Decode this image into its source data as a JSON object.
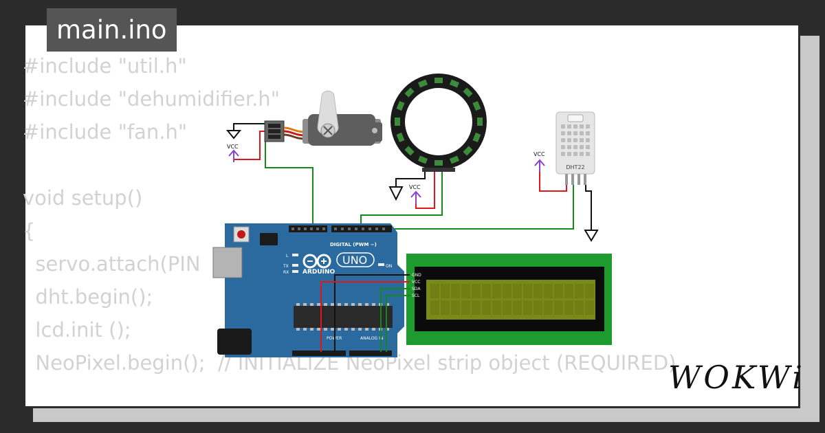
{
  "file_tab": {
    "label": "main.ino"
  },
  "code_lines": [
    "#include \"util.h\"",
    "#include \"dehumidifier.h\"",
    "#include \"fan.h\"",
    "",
    "void setup()",
    "{",
    "  servo.attach(PIN",
    "  dht.begin();",
    "  lcd.init ();",
    "  NeoPixel.begin();  // INITIALIZE NeoPixel strip object (REQUIRED)"
  ],
  "labels": {
    "vcc": "VCC",
    "dht": "DHT22",
    "uno": "UNO",
    "arduino": "ARDUINO",
    "digital": "DIGITAL (PWM ~)",
    "analog": "ANALOG IN",
    "power": "POWER",
    "on": "ON",
    "l": "L",
    "tx": "TX",
    "rx": "RX",
    "lcd_pins": [
      "GND",
      "VCC",
      "SDA",
      "SCL"
    ]
  },
  "brand": {
    "logo": "WOKWi"
  },
  "colors": {
    "board": "#2a6a9e",
    "lcd_pcb": "#1d9b2f",
    "lcd_screen": "#7a8a18",
    "wire_red": "#e0161b",
    "wire_green": "#138a1b",
    "wire_black": "#111111",
    "vcc_purple": "#8a3fd6"
  }
}
